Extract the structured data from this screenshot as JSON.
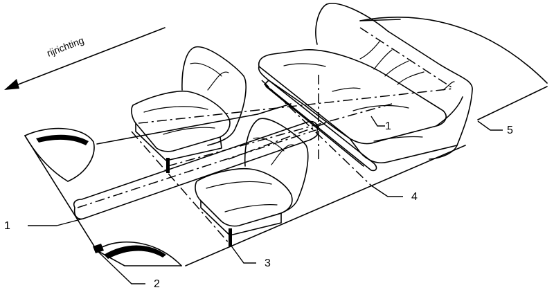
{
  "direction_label": "rijrichting",
  "callouts": [
    {
      "id": "1",
      "text": "1"
    },
    {
      "id": "1b",
      "text": "1"
    },
    {
      "id": "2",
      "text": "2"
    },
    {
      "id": "3",
      "text": "3"
    },
    {
      "id": "4",
      "text": "4"
    },
    {
      "id": "5",
      "text": "5"
    }
  ]
}
